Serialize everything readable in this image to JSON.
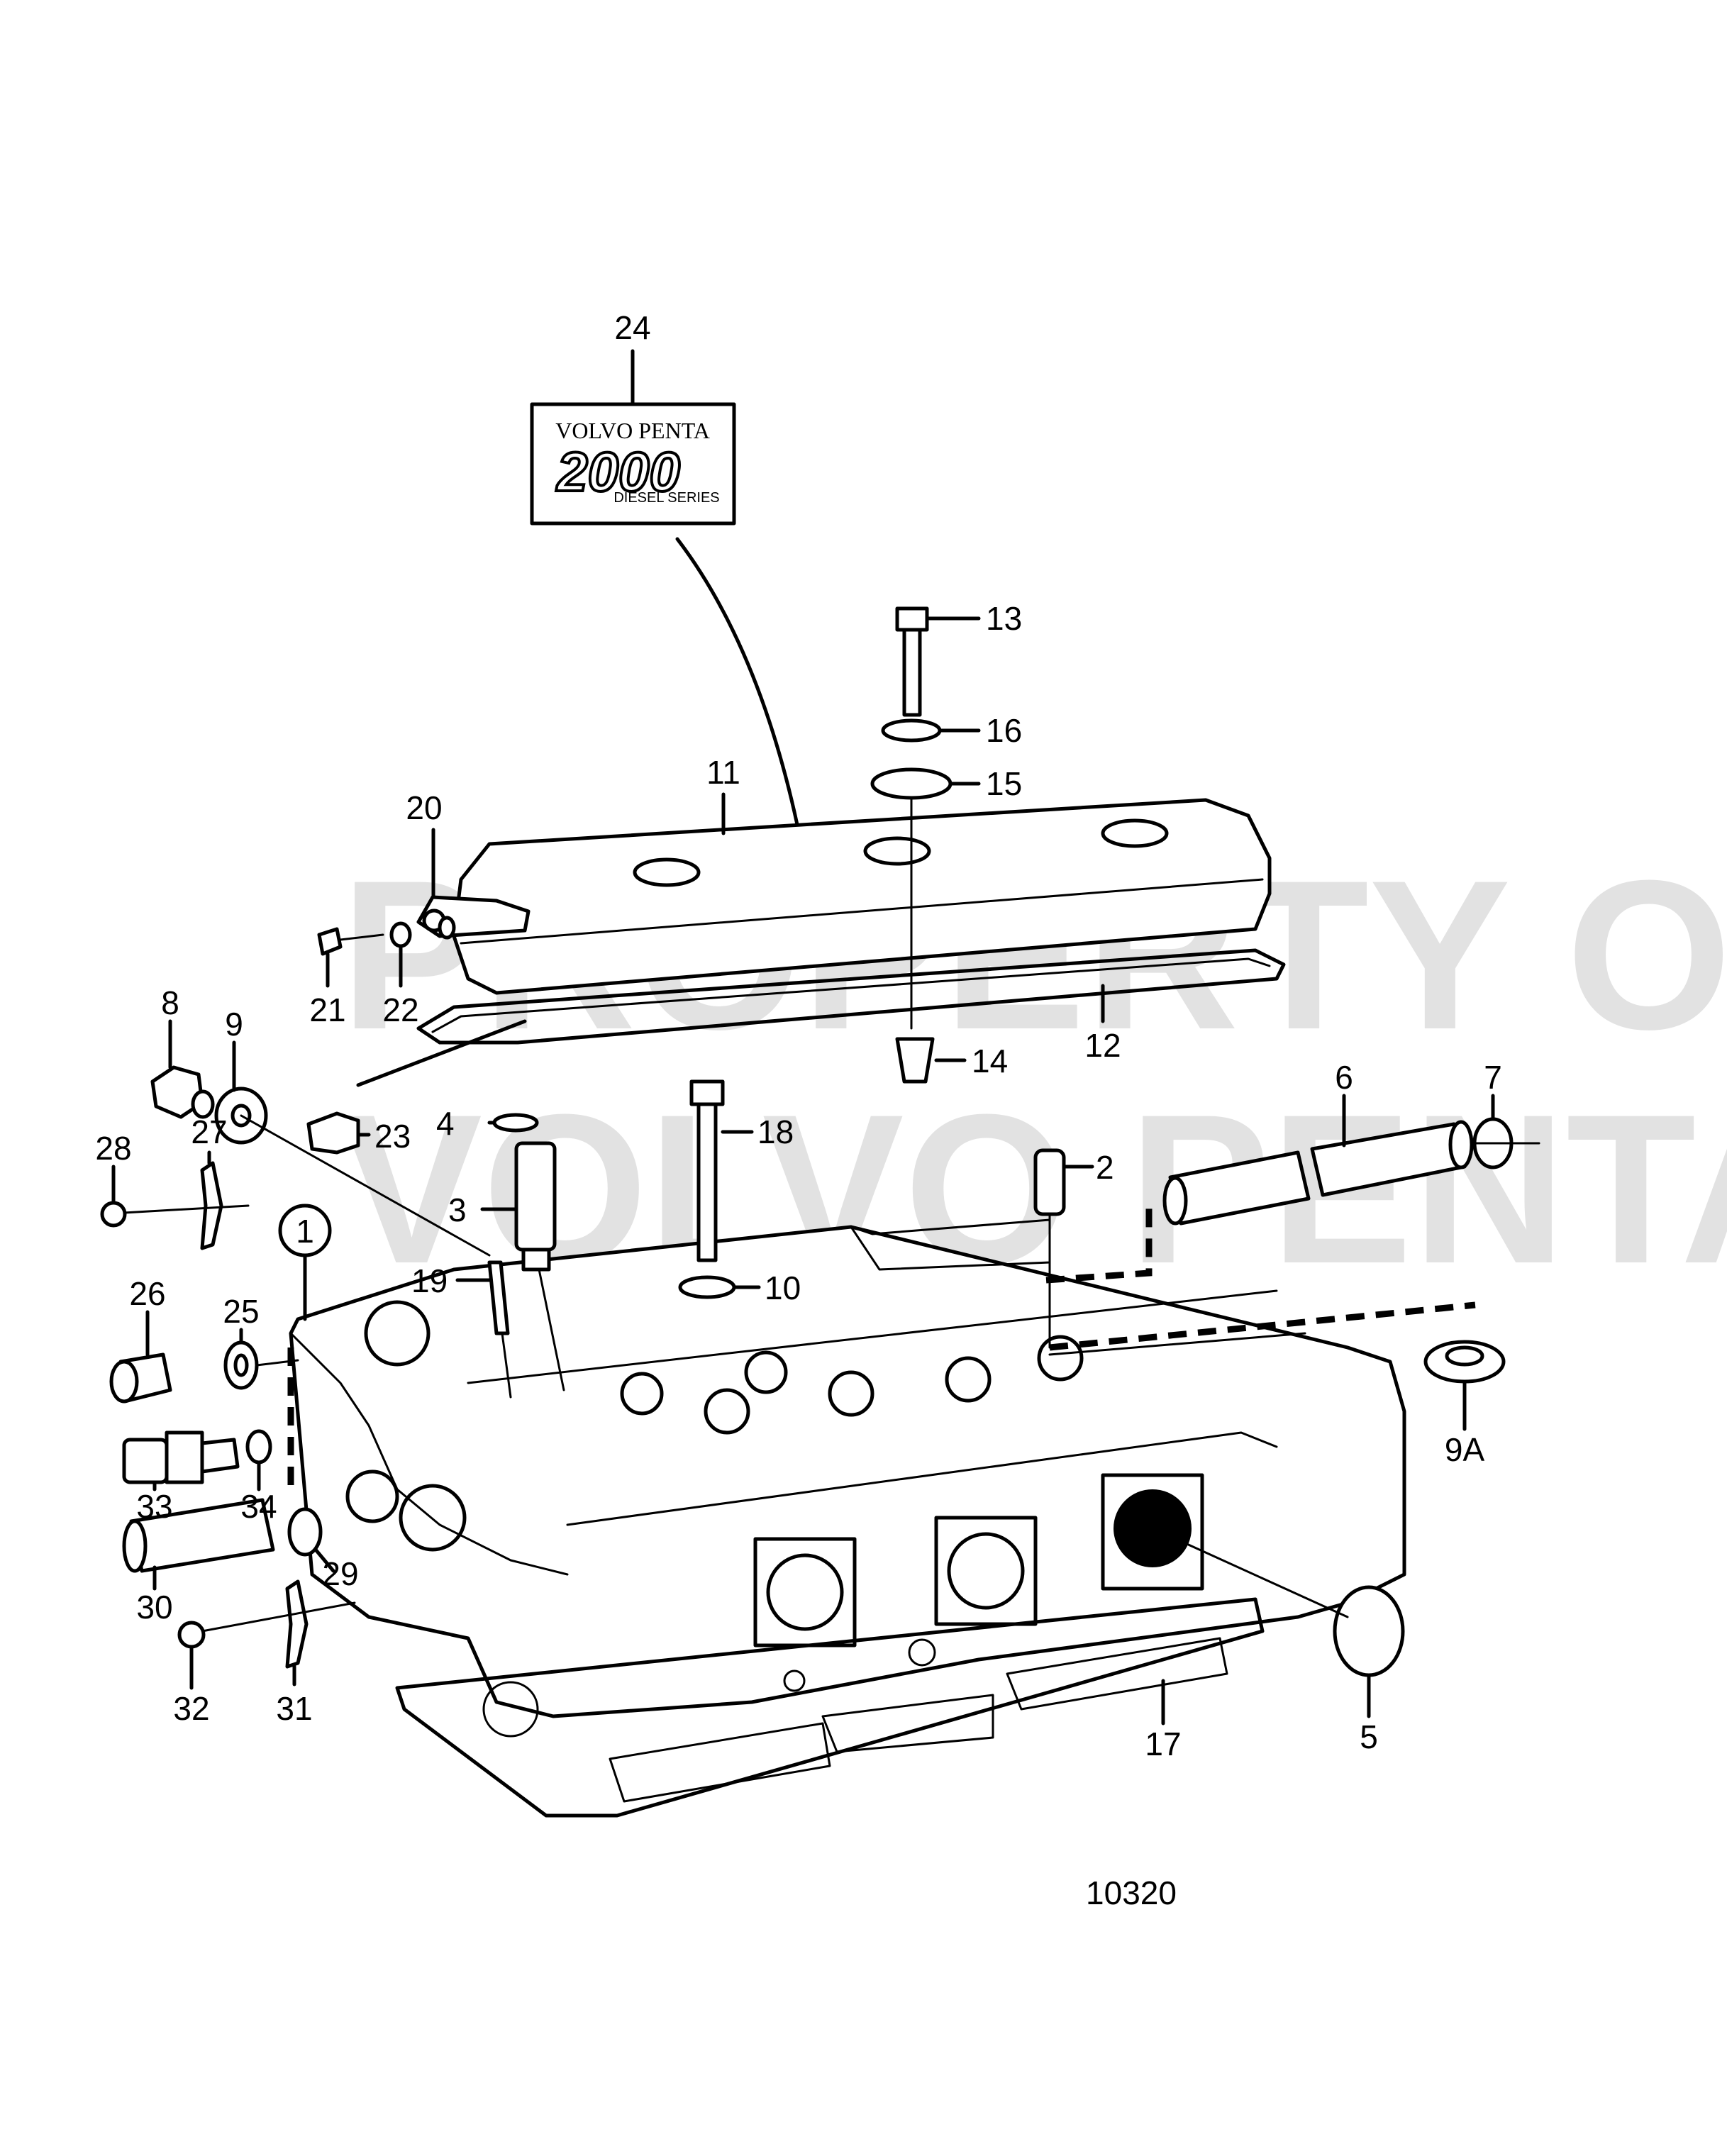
{
  "watermark": {
    "line1": "PROPERTY OF",
    "line2": "VOLVO PENTA"
  },
  "badge": {
    "brand": "VOLVO PENTA",
    "model": "2000",
    "series": "DIESEL SERIES"
  },
  "drawing_number": "10320",
  "callouts": {
    "c1": "1",
    "c2": "2",
    "c3": "3",
    "c4": "4",
    "c5": "5",
    "c6": "6",
    "c7": "7",
    "c8": "8",
    "c9": "9",
    "c9a": "9A",
    "c10": "10",
    "c11": "11",
    "c12": "12",
    "c13": "13",
    "c14": "14",
    "c15": "15",
    "c16": "16",
    "c17": "17",
    "c18": "18",
    "c19": "19",
    "c20": "20",
    "c21": "21",
    "c22": "22",
    "c23": "23",
    "c24": "24",
    "c25": "25",
    "c26": "26",
    "c27": "27",
    "c28": "28",
    "c29": "29",
    "c30": "30",
    "c31": "31",
    "c32": "32",
    "c33": "33",
    "c34": "34"
  }
}
